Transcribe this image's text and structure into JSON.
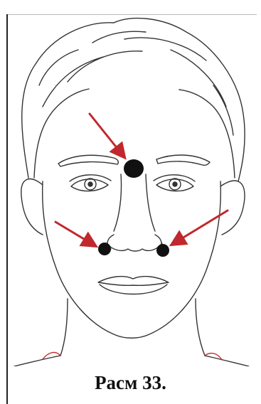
{
  "caption": "Расм 33.",
  "colors": {
    "arrow": "#c0282d",
    "point": "#111111",
    "line": "#333333"
  },
  "figure": {
    "subject": "face-line-drawing",
    "marked_points": [
      "forehead-point",
      "left-nose-wing-point",
      "right-nose-wing-point"
    ]
  }
}
